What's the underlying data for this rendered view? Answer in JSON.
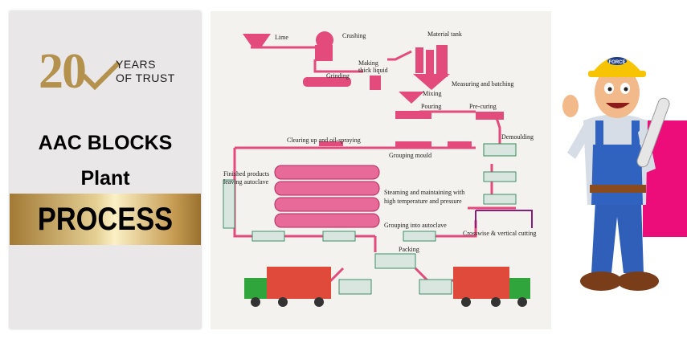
{
  "badge": {
    "number": "20",
    "years_line1": "YEARS",
    "years_line2": "OF TRUST"
  },
  "title": {
    "line1": "AAC BLOCKS",
    "line2": "Plant",
    "line3": "PROCESS"
  },
  "diagram": {
    "labels": {
      "lime": "Lime",
      "crushing": "Crushing",
      "material_tank": "Material tank",
      "making_thick_liquid": "Making thick liquid",
      "grinding": "Grinding",
      "measuring": "Measuring and batching",
      "mixing": "Mixing",
      "pouring": "Pouring",
      "pre_curing": "Pre-curing",
      "clearing": "Clearing up and oil-spraying",
      "demoulding": "Demoulding",
      "grouping_mould": "Grouping mould",
      "finished_products": "Finished products",
      "leaving_autoclave": "leaving autoclave",
      "steaming_line1": "Steaming and maintaining with",
      "steaming_line2": "high temperature and pressure",
      "grouping_autoclave": "Grouping into autoclave",
      "cutting": "Crosswise & vertical cutting",
      "packing": "Packing"
    }
  },
  "helmet": {
    "brand": "FORCE"
  }
}
